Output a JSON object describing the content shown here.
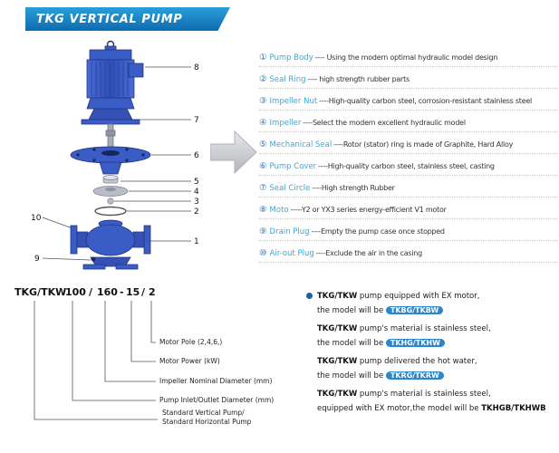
{
  "header": {
    "title": "TKG VERTICAL PUMP"
  },
  "diagram": {
    "callouts": [
      "8",
      "7",
      "6",
      "5",
      "4",
      "3",
      "2",
      "10",
      "1",
      "9"
    ]
  },
  "parts": [
    {
      "num": "①",
      "name": "Pump Body",
      "desc": "---- Using the modern optimal hydraulic model design"
    },
    {
      "num": "②",
      "name": "Seal Ring",
      "desc": "---- high strength rubber parts"
    },
    {
      "num": "③",
      "name": "Impeller Nut",
      "desc": "----High-quality carbon steel, corrosion-resistant stainless steel"
    },
    {
      "num": "④",
      "name": "Impeller",
      "desc": "----Select the modern excellent hydraulic model"
    },
    {
      "num": "⑤",
      "name": "Mechanical Seal",
      "desc": "----Rotor (stator) ring is made of Graphite, Hard Alloy"
    },
    {
      "num": "⑥",
      "name": "Pump Cover",
      "desc": "----High-quality carbon steel, stainless steel, casting"
    },
    {
      "num": "⑦",
      "name": "Seal Circle",
      "desc": "----High strength Rubber"
    },
    {
      "num": "⑧",
      "name": "Moto",
      "desc": "-----Y2 or YX3 series energy-efficient V1 motor"
    },
    {
      "num": "⑨",
      "name": "Drain Plug",
      "desc": "----Empty the pump case once stopped"
    },
    {
      "num": "⑩",
      "name": "Air-out Plug",
      "desc": "----Exclude the air in the casing"
    }
  ],
  "model_key": {
    "segments": [
      "TKG/TKW",
      "100",
      "/",
      "160",
      "-",
      "15",
      "/",
      "2"
    ],
    "labels": [
      "Motor Pole (2,4,6,)",
      "Motor Power  (kW)",
      "Impeller Nominal Diameter (mm)",
      "Pump Inlet/Outlet Diameter (mm)",
      "Standard Vertical Pump/",
      "Standard  Horizontal Pump"
    ]
  },
  "notes": [
    {
      "prefix": "TKG/TKW",
      "rest": " pump equipped with EX motor,",
      "lead": "the model will be ",
      "model": "TKBG/TKBW"
    },
    {
      "prefix": "TKG/TKW",
      "rest": " pump's material is stainless steel,",
      "lead": "the model will be ",
      "model": "TKHG/TKHW"
    },
    {
      "prefix": "TKG/TKW",
      "rest": " pump delivered the hot water,",
      "lead": "the model will be ",
      "model": "TKRG/TKRW"
    },
    {
      "prefix": "TKG/TKW",
      "rest": " pump's material is stainless steel,",
      "lead": "equipped with EX motor,the model will be ",
      "model": "TKHGB/TKHWB"
    }
  ],
  "colors": {
    "banner_blue": "#1080c4",
    "part_name_blue": "#35a8dc",
    "pump_blue": "#3a5cc5",
    "chip_blue": "#2e86c8"
  }
}
